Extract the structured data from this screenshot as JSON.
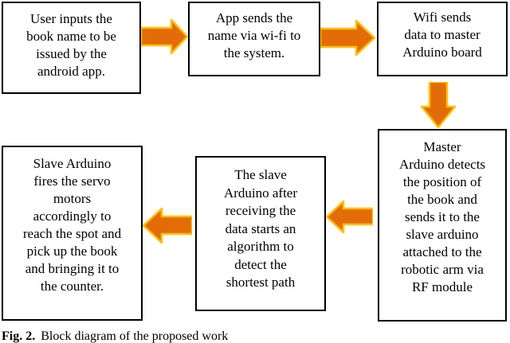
{
  "figure": {
    "caption": {
      "prefix": "Fig. 2.",
      "text": "Block diagram of the proposed work"
    },
    "boxes": [
      {
        "id": "user-input",
        "text": "User inputs the\nbook name to be\nissued by the\nandroid app."
      },
      {
        "id": "app-sends",
        "text": "App sends the\nname via wi-fi to\nthe system."
      },
      {
        "id": "wifi-sends",
        "text": "Wifi sends\ndata to master\nArduino board"
      },
      {
        "id": "master-arduino",
        "text": "Master\nArduino detects\nthe position of\nthe book and\nsends it to the\nslave arduino\nattached to the\nrobotic arm via\nRF module"
      },
      {
        "id": "slave-path",
        "text": "The slave\nArduino after\nreceiving the\ndata starts an\nalgorithm to\ndetect the\nshortest path"
      },
      {
        "id": "slave-servo",
        "text": "Slave Arduino\nfires the servo\nmotors\naccordingly to\nreach the spot and\npick up the book\nand bringing it to\nthe counter."
      }
    ],
    "arrows": [
      {
        "id": "arrow-1",
        "direction": "right",
        "from": "user-input",
        "to": "app-sends"
      },
      {
        "id": "arrow-2",
        "direction": "right",
        "from": "app-sends",
        "to": "wifi-sends"
      },
      {
        "id": "arrow-3",
        "direction": "down",
        "from": "wifi-sends",
        "to": "master-arduino"
      },
      {
        "id": "arrow-4",
        "direction": "left",
        "from": "master-arduino",
        "to": "slave-path"
      },
      {
        "id": "arrow-5",
        "direction": "left",
        "from": "slave-path",
        "to": "slave-servo"
      }
    ],
    "colors": {
      "arrow_fill": "#e36c09",
      "arrow_outline": "#ffc000",
      "box_border": "#000000",
      "text": "#000000",
      "background": "#ffffff"
    }
  }
}
